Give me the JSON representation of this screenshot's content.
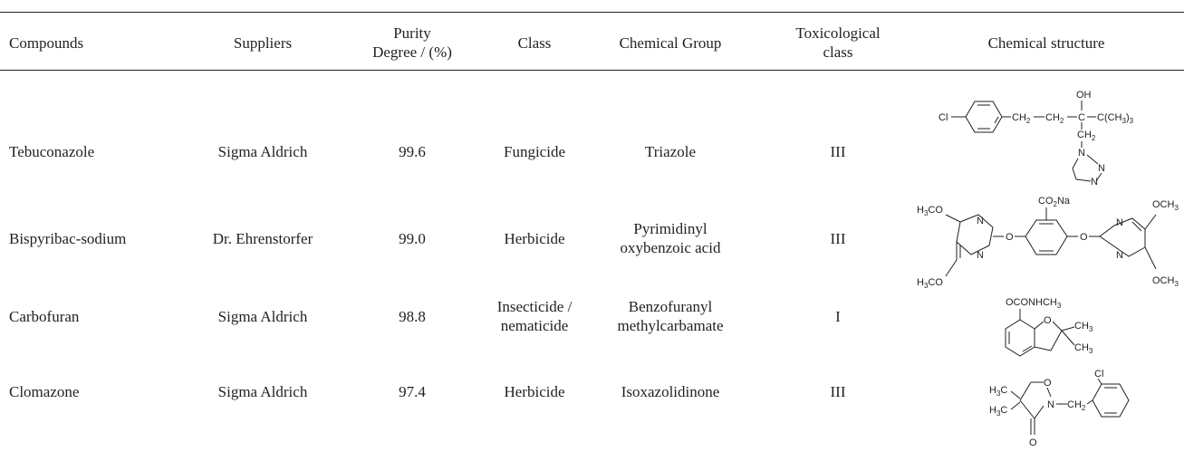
{
  "table": {
    "headers": {
      "compounds": "Compounds",
      "suppliers": "Suppliers",
      "purity": "Purity\nDegree / (%)",
      "class": "Class",
      "chemical_group": "Chemical Group",
      "tox_class": "Toxicological\nclass",
      "structure": "Chemical structure"
    },
    "rows": [
      {
        "compound": "Tebuconazole",
        "supplier": "Sigma Aldrich",
        "purity": "99.6",
        "class": "Fungicide",
        "group": "Triazole",
        "tox": "III"
      },
      {
        "compound": "Bispyribac-sodium",
        "supplier": "Dr. Ehrenstorfer",
        "purity": "99.0",
        "class": "Herbicide",
        "group": "Pyrimidinyl\noxybenzoic acid",
        "tox": "III"
      },
      {
        "compound": "Carbofuran",
        "supplier": "Sigma Aldrich",
        "purity": "98.8",
        "class": "Insecticide /\nnematicide",
        "group": "Benzofuranyl\nmethylcarbamate",
        "tox": "I"
      },
      {
        "compound": "Clomazone",
        "supplier": "Sigma Aldrich",
        "purity": "97.4",
        "class": "Herbicide",
        "group": "Isoxazolidinone",
        "tox": "III"
      }
    ]
  },
  "structures": {
    "tebuconazole": {
      "cl": "Cl",
      "oh": "OH",
      "ch2": "CH",
      "sub2": "2",
      "c": "C",
      "tbu": "C(CH",
      "sub3": "3",
      "ch": "CH",
      "n": "N"
    },
    "bispyribac": {
      "h3co": "H",
      "sub3": "3",
      "co": "CO",
      "och": "OCH",
      "co2na": "CO",
      "sub2": "2",
      "na": "Na",
      "o": "O",
      "n": "N"
    },
    "carbofuran": {
      "carb": "OCONHCH",
      "sub3": "3",
      "ch": "CH",
      "o": "O"
    },
    "clomazone": {
      "cl": "Cl",
      "h": "H",
      "sub3": "3",
      "c": "C",
      "ch": "CH",
      "sub2": "2",
      "o": "O",
      "n": "N"
    }
  }
}
